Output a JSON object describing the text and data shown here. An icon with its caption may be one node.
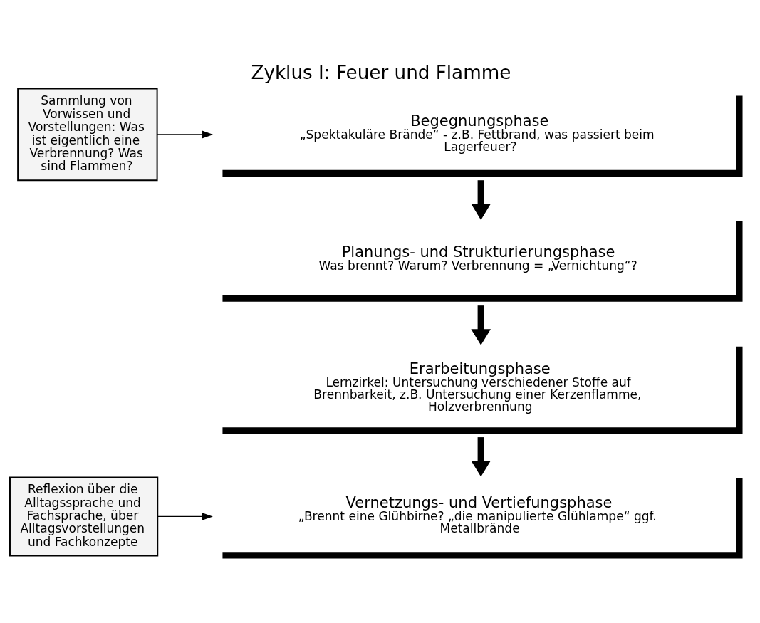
{
  "diagram": {
    "title": "Zyklus I: Feuer und Flamme",
    "nodes": [
      {
        "text": [
          "Begegnungsphase",
          "„Spektakuläre Brände“ - z.B. Fettbrand, was passiert beim Lagerfeuer?"
        ]
      },
      {
        "text": [
          "Planungs- und Strukturierungsphase",
          "Was brennt? Warum? Verbrennung = „Vernichtung“?"
        ]
      },
      {
        "text": [
          "Erarbeitungsphase",
          "Lernzirkel: Untersuchung verschiedener Stoffe auf Brennbarkeit, z.B. Untersuchung einer Kerzenflamme, Holzverbrennung"
        ]
      },
      {
        "text": [
          "Vernetzungs- und Vertiefungsphase",
          "„Brennt eine Glühbirne? „die manipulierte Glühlampe“ ggf. Metallbrände"
        ]
      },
      {
        "text": [
          "Sammlung von Vorwissen und Vorstellungen: Was ist eigentlich eine Verbrennung? Was sind Flammen?"
        ]
      },
      {
        "text": [
          "Reflexion über die Alltagssprache und Fachsprache, über Alltagsvorstellungen und Fachkonzepte"
        ]
      }
    ],
    "edges": [
      {
        "from": 0,
        "to": 1,
        "arrow": "to"
      },
      {
        "from": 1,
        "to": 2,
        "arrow": "to"
      },
      {
        "from": 2,
        "to": 3,
        "arrow": "to"
      },
      {
        "from": 4,
        "to": 0,
        "arrow": "to"
      },
      {
        "from": 5,
        "to": 3,
        "arrow": "to"
      }
    ]
  }
}
